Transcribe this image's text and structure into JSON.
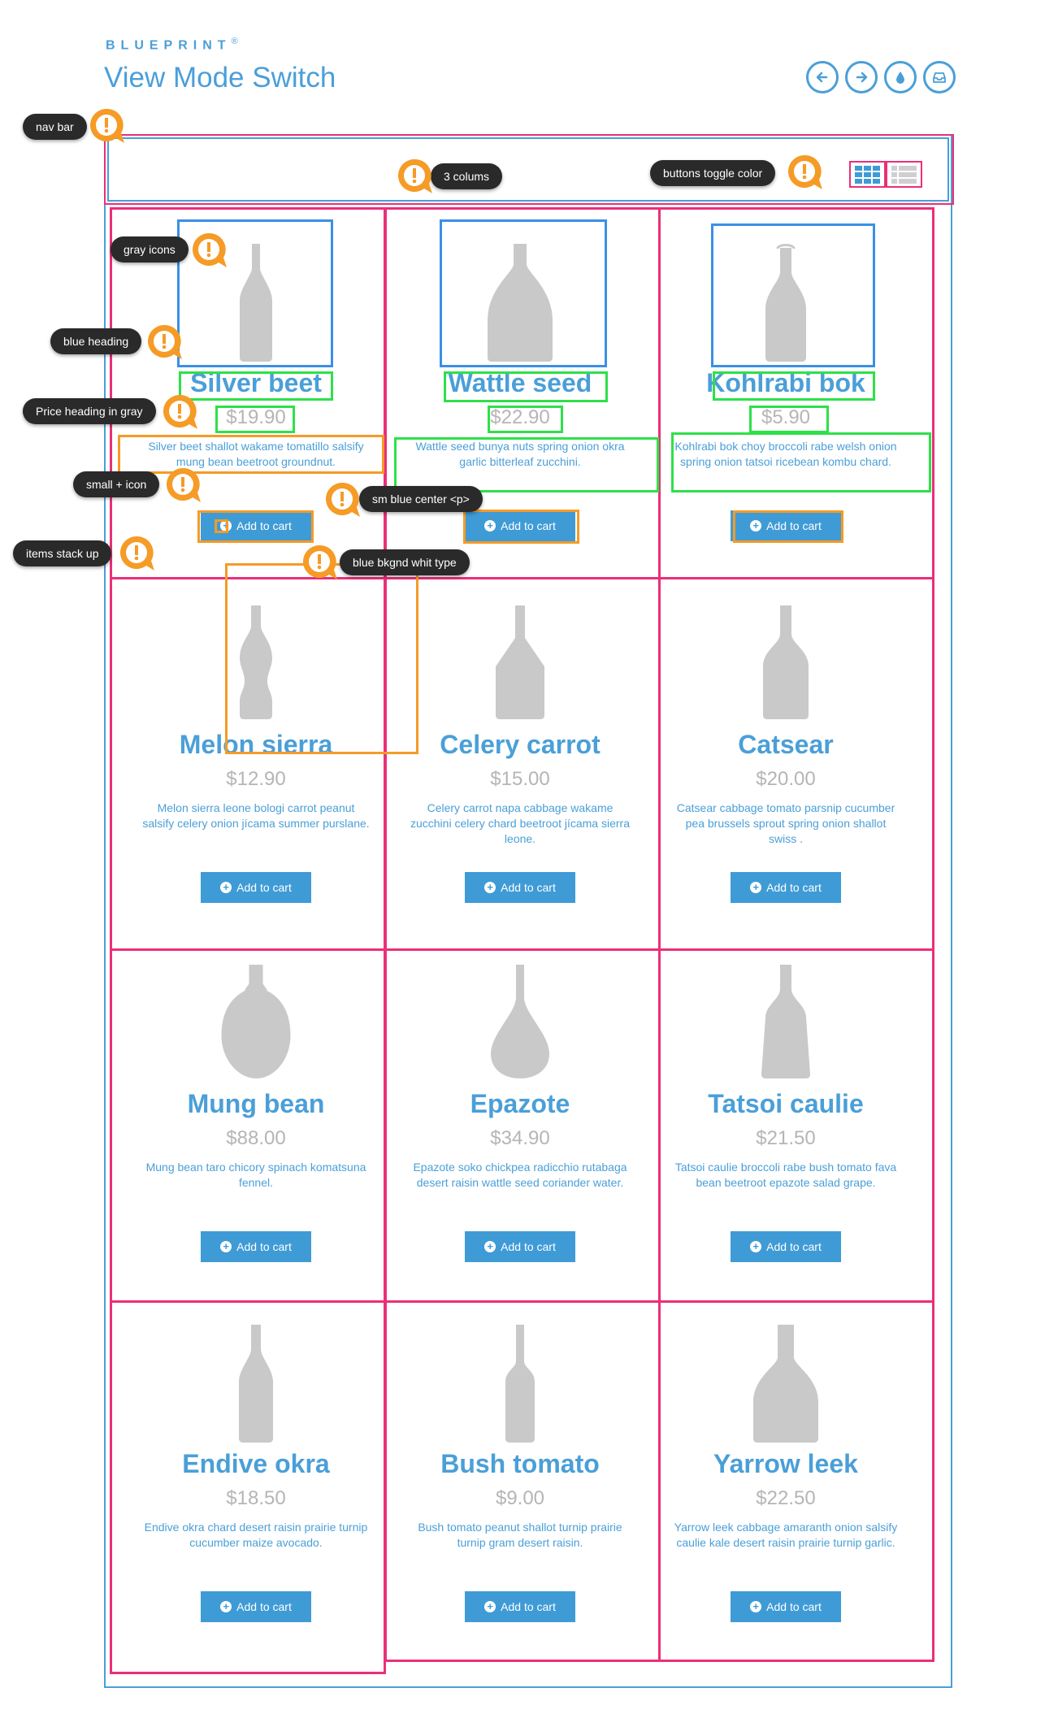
{
  "header": {
    "brand": "BLUEPRINT",
    "brand_mark": "®",
    "title": "View Mode Switch",
    "icons": [
      "arrow-left-icon",
      "arrow-right-icon",
      "drop-icon",
      "inbox-icon"
    ]
  },
  "toggle": {
    "grid_icon": "grid-icon",
    "list_icon": "list-icon"
  },
  "colors": {
    "accent": "#4a9fd8",
    "button": "#3f9bd6",
    "frame": "#ea2f78",
    "note": "#f59b26",
    "highlight_green": "#2ee04a",
    "highlight_blue": "#3b8fe6",
    "icon_gray": "#c9c9c9"
  },
  "products": [
    {
      "name": "Silver beet",
      "price": "$19.90",
      "desc": "Silver beet shallot wakame tomatillo salsify mung bean beetroot groundnut.",
      "button": "Add to cart"
    },
    {
      "name": "Wattle seed",
      "price": "$22.90",
      "desc": "Wattle seed bunya nuts spring onion okra garlic bitterleaf zucchini.",
      "button": "Add to cart"
    },
    {
      "name": "Kohlrabi bok",
      "price": "$5.90",
      "desc": "Kohlrabi bok choy broccoli rabe welsh onion spring onion tatsoi ricebean kombu chard.",
      "button": "Add to cart"
    },
    {
      "name": "Melon sierra",
      "price": "$12.90",
      "desc": "Melon sierra leone bologi carrot peanut salsify celery onion jícama summer purslane.",
      "button": "Add to cart"
    },
    {
      "name": "Celery carrot",
      "price": "$15.00",
      "desc": "Celery carrot napa cabbage wakame zucchini celery chard beetroot jícama sierra leone.",
      "button": "Add to cart"
    },
    {
      "name": "Catsear",
      "price": "$20.00",
      "desc": "Catsear cabbage tomato parsnip cucumber pea brussels sprout spring onion shallot swiss .",
      "button": "Add to cart"
    },
    {
      "name": "Mung bean",
      "price": "$88.00",
      "desc": "Mung bean taro chicory spinach komatsuna fennel.",
      "button": "Add to cart"
    },
    {
      "name": "Epazote",
      "price": "$34.90",
      "desc": "Epazote soko chickpea radicchio rutabaga desert raisin wattle seed coriander water.",
      "button": "Add to cart"
    },
    {
      "name": "Tatsoi caulie",
      "price": "$21.50",
      "desc": "Tatsoi caulie broccoli rabe bush tomato fava bean beetroot epazote salad grape.",
      "button": "Add to cart"
    },
    {
      "name": "Endive okra",
      "price": "$18.50",
      "desc": "Endive okra chard desert raisin prairie turnip cucumber maize avocado.",
      "button": "Add to cart"
    },
    {
      "name": "Bush tomato",
      "price": "$9.00",
      "desc": "Bush tomato peanut shallot turnip prairie turnip gram desert raisin.",
      "button": "Add to cart"
    },
    {
      "name": "Yarrow leek",
      "price": "$22.50",
      "desc": "Yarrow leek cabbage amaranth onion salsify caulie kale desert raisin prairie turnip garlic.",
      "button": "Add to cart"
    }
  ],
  "annotations": {
    "nav_bar": "nav bar",
    "columns": "3 colums",
    "toggle_color": "buttons toggle color",
    "gray_icons": "gray icons",
    "blue_heading": "blue heading",
    "price_gray": "Price heading in gray",
    "small_icon": "small + icon",
    "sm_blue": "sm blue center <p>",
    "items_stack": "items stack up",
    "blue_bkgnd": "blue bkgnd whit type"
  }
}
